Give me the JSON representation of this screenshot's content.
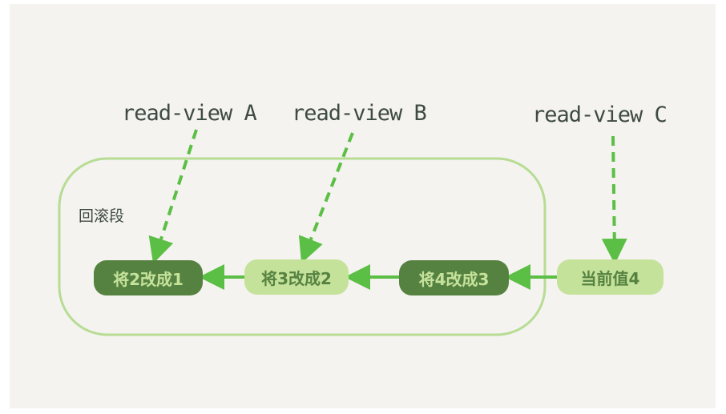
{
  "read_views": [
    "read-view A",
    "read-view B",
    "read-view C"
  ],
  "rollback_segment_label": "回滚段",
  "nodes": [
    "将2改成1",
    "将3改成2",
    "将4改成3",
    "当前值4"
  ],
  "colors": {
    "dark_node": "#568241",
    "light_node": "#c5e29b",
    "arrow": "#5bbf45",
    "segment_outline": "#b7dc93"
  }
}
